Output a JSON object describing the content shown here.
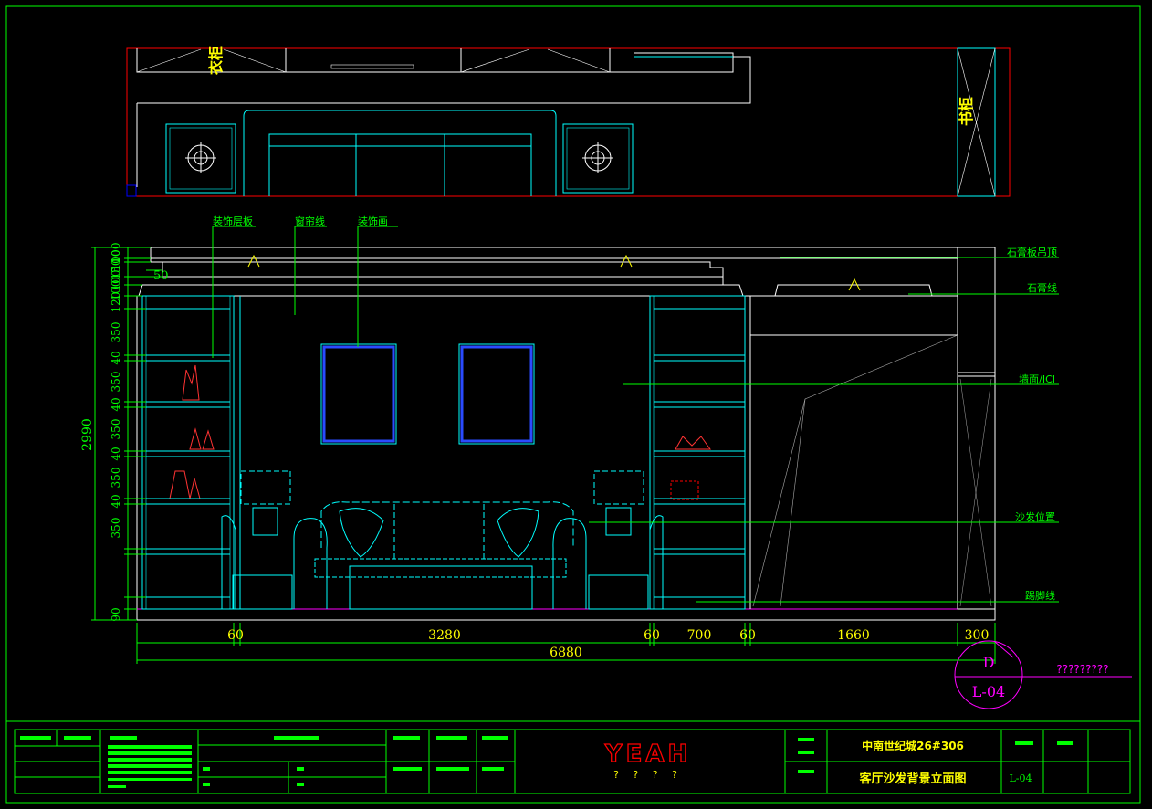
{
  "plan": {
    "wardrobe_label": "衣柜",
    "bookcase_label": "书柜"
  },
  "annotations": {
    "decor_shelf": "装饰层板",
    "curtain_line": "窗帘线",
    "decor_painting": "装饰画",
    "gypsum_ceiling": "石膏板吊顶",
    "gypsum_line": "石膏线",
    "wall_ici": "墙面/ICI",
    "sofa_position": "沙发位置",
    "skirting_line": "踢脚线"
  },
  "dimensions": {
    "total_height": "2990",
    "top_dim": "50",
    "left_stack": [
      "100",
      "100",
      "150",
      "100",
      "100",
      "120",
      "350",
      "40",
      "350",
      "40",
      "350",
      "40",
      "350",
      "40",
      "350",
      "90"
    ],
    "bottom": [
      "60",
      "3280",
      "60",
      "700",
      "60",
      "1660",
      "300"
    ],
    "overall_width": "6880"
  },
  "section_marker": {
    "letter": "D",
    "sheet": "L-04",
    "label": "?????????"
  },
  "title_block": {
    "logo": "YEAH",
    "logo_sub": "? ? ? ?",
    "project": "中南世纪城26#306",
    "drawing_name": "客厅沙发背景立面图",
    "sheet_no": "L-04"
  },
  "colors": {
    "frame": "#00ff00",
    "geometry": "#00ffff",
    "plan_outline": "#ff0000",
    "frame_blue": "#0000ff",
    "label_yellow": "#ffff00",
    "marker_magenta": "#ff00ff"
  }
}
